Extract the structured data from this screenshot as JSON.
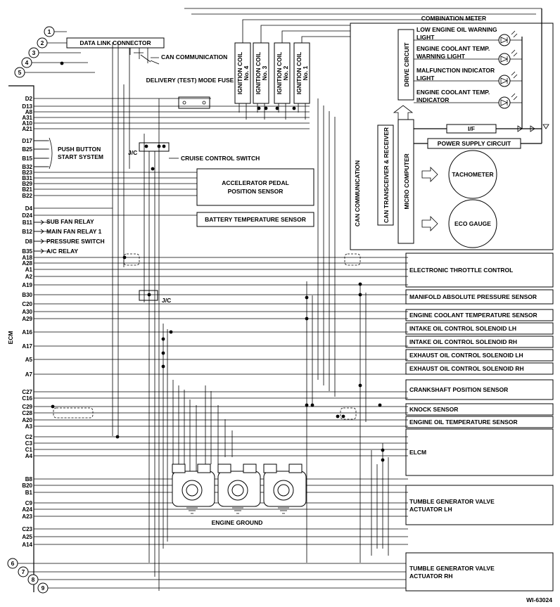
{
  "figure_id": "WI-63024",
  "ecm": {
    "label": "ECM",
    "pins_top": [
      "D2",
      "D13",
      "A8",
      "A31",
      "A10",
      "A21",
      "D17",
      "B25",
      "B15",
      "B32",
      "B23",
      "B31",
      "B29",
      "B21",
      "B22",
      "D4",
      "D24",
      "B11",
      "B12",
      "D8",
      "B35",
      "A18",
      "A28",
      "A1",
      "A2",
      "A19",
      "B30",
      "C20",
      "A30",
      "A29",
      "A16",
      "A17",
      "A5",
      "A7",
      "C27",
      "C16",
      "C29",
      "C28",
      "A20",
      "A3",
      "C2",
      "C3",
      "C1",
      "A4",
      "B8",
      "B20",
      "B1",
      "C9",
      "A24",
      "A23",
      "C23",
      "A25",
      "A14"
    ]
  },
  "connectors": {
    "data_link": "DATA LINK CONNECTOR",
    "can_comm": "CAN COMMUNICATION",
    "can_comm_vertical": "CAN COMMUNICATION",
    "delivery_fuse": "DELIVERY (TEST) MODE FUSE",
    "jc": "J/C",
    "push_button": "PUSH BUTTON START SYSTEM",
    "cruise": "CRUISE CONTROL SWITCH",
    "sub_fan": "SUB FAN RELAY",
    "main_fan": "MAIN FAN RELAY 1",
    "pressure": "PRESSURE SWITCH",
    "ac_relay": "A/C RELAY",
    "engine_ground": "ENGINE GROUND"
  },
  "circles": [
    "1",
    "2",
    "3",
    "4",
    "5",
    "6",
    "7",
    "8",
    "9"
  ],
  "coils": [
    "IGNITION COIL No. 4",
    "IGNITION COIL No. 3",
    "IGNITION COIL No. 2",
    "IGNITION COIL No. 1"
  ],
  "meter": {
    "title": "COMBINATION METER",
    "drive_circuit": "DRIVE CIRCUIT",
    "micro_computer": "MICRO COMPUTER",
    "can_transceiver": "CAN TRANSCEIVER & RECEIVER",
    "if": "I/F",
    "power_supply": "POWER SUPPLY CIRCUIT",
    "tachometer": "TACHOMETER",
    "eco_gauge": "ECO GAUGE",
    "lights": [
      [
        "LOW ENGINE OIL WARNING",
        "LIGHT"
      ],
      [
        "ENGINE COOLANT TEMP.",
        "WARNING LIGHT"
      ],
      [
        "MALFUNCTION INDICATOR",
        "LIGHT"
      ],
      [
        "ENGINE COOLANT TEMP.",
        "INDICATOR"
      ]
    ]
  },
  "sensors": {
    "accel": [
      "ACCELERATOR PEDAL",
      "POSITION SENSOR"
    ],
    "battery": "BATTERY TEMPERATURE SENSOR"
  },
  "right_boxes": [
    [
      "ELECTRONIC THROTTLE CONTROL"
    ],
    [
      "MANIFOLD ABSOLUTE PRESSURE SENSOR"
    ],
    [
      "ENGINE COOLANT TEMPERATURE SENSOR"
    ],
    [
      "INTAKE OIL CONTROL SOLENOID LH"
    ],
    [
      "INTAKE OIL CONTROL SOLENOID RH"
    ],
    [
      "EXHAUST OIL CONTROL SOLENOID LH"
    ],
    [
      "EXHAUST OIL CONTROL SOLENOID RH"
    ],
    [
      "CRANKSHAFT POSITION SENSOR"
    ],
    [
      "KNOCK SENSOR"
    ],
    [
      "ENGINE OIL TEMPERATURE SENSOR"
    ],
    [
      "ELCM"
    ],
    [
      "TUMBLE GENERATOR VALVE",
      "ACTUATOR LH"
    ],
    [
      "TUMBLE GENERATOR VALVE",
      "ACTUATOR RH"
    ]
  ]
}
